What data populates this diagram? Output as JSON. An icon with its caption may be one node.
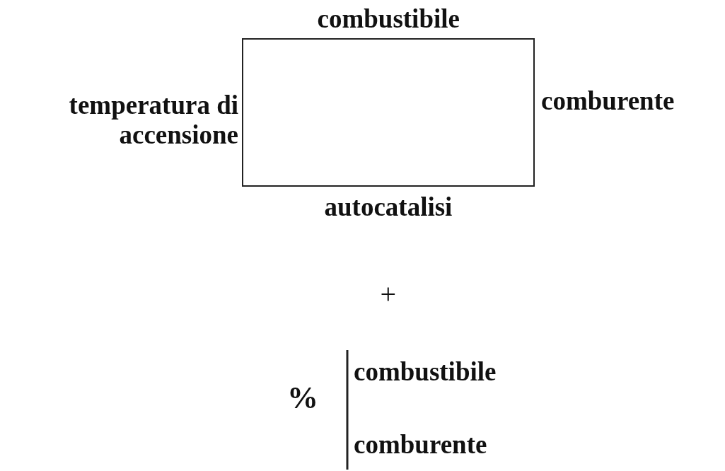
{
  "diagram": {
    "nodes": [
      {
        "text": [],
        "shape": "box"
      }
    ],
    "labels": [
      "combustibile",
      "temperatura di accensione",
      "comburente",
      "autocatalisi",
      "+",
      "%",
      "combustibile",
      "comburente"
    ]
  }
}
